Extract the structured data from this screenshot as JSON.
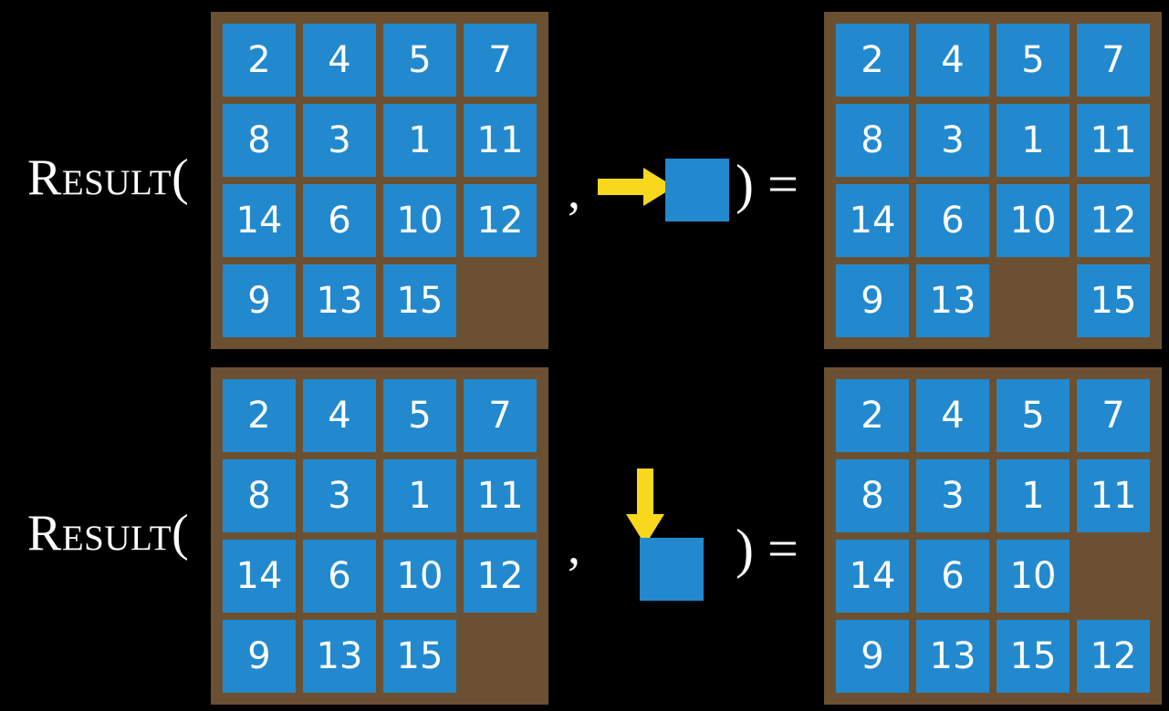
{
  "page": {
    "background_color": "#000000",
    "title": "Result function on 15-puzzle states"
  },
  "colors": {
    "tile": "#2289CE",
    "board": "#6B5131",
    "board_cell_empty": "#6B5636",
    "arrow": "#F7D81C",
    "text": "#FFFFFF"
  },
  "rows": [
    {
      "label": "Result(",
      "comma": ",",
      "close_paren_equals": ") =",
      "action_icon": "arrow-right-icon",
      "action_direction": "right",
      "state_before": {
        "grid": [
          [
            "2",
            "4",
            "5",
            "7"
          ],
          [
            "8",
            "3",
            "1",
            "11"
          ],
          [
            "14",
            "6",
            "10",
            "12"
          ],
          [
            "9",
            "13",
            "15",
            ""
          ]
        ]
      },
      "state_after": {
        "grid": [
          [
            "2",
            "4",
            "5",
            "7"
          ],
          [
            "8",
            "3",
            "1",
            "11"
          ],
          [
            "14",
            "6",
            "10",
            "12"
          ],
          [
            "9",
            "13",
            "",
            "15"
          ]
        ]
      }
    },
    {
      "label": "Result(",
      "comma": ",",
      "close_paren_equals": ") =",
      "action_icon": "arrow-down-icon",
      "action_direction": "down",
      "state_before": {
        "grid": [
          [
            "2",
            "4",
            "5",
            "7"
          ],
          [
            "8",
            "3",
            "1",
            "11"
          ],
          [
            "14",
            "6",
            "10",
            "12"
          ],
          [
            "9",
            "13",
            "15",
            ""
          ]
        ]
      },
      "state_after": {
        "grid": [
          [
            "2",
            "4",
            "5",
            "7"
          ],
          [
            "8",
            "3",
            "1",
            "11"
          ],
          [
            "14",
            "6",
            "10",
            ""
          ],
          [
            "9",
            "13",
            "15",
            "12"
          ]
        ]
      }
    }
  ]
}
